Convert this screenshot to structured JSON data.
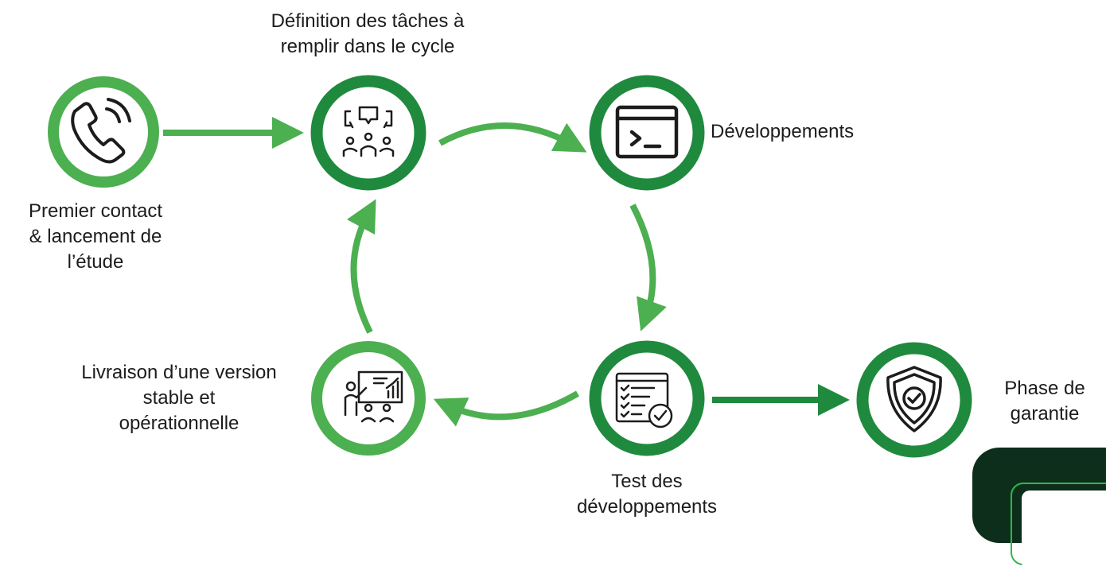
{
  "colors": {
    "light_green": "#4caf50",
    "dark_green": "#1f8a3e",
    "icon_stroke": "#1c1c1c",
    "corner_bg": "#0e2e1c",
    "corner_accent": "#2fb84a"
  },
  "steps": {
    "first_contact": {
      "icon": "phone-icon",
      "label_lines": [
        "Premier contact",
        "& lancement de",
        "l’étude"
      ]
    },
    "task_definition": {
      "icon": "team-meeting-icon",
      "label_lines": [
        "Définition des tâches à",
        "remplir dans le cycle"
      ]
    },
    "development": {
      "icon": "terminal-icon",
      "label_lines": [
        "Développements"
      ]
    },
    "testing": {
      "icon": "checklist-icon",
      "label_lines": [
        "Test des",
        "développements"
      ]
    },
    "delivery": {
      "icon": "presentation-icon",
      "label_lines": [
        "Livraison d’une version",
        "stable et",
        "opérationnelle"
      ]
    },
    "warranty": {
      "icon": "shield-check-icon",
      "label_lines": [
        "Phase de",
        "garantie"
      ]
    }
  }
}
